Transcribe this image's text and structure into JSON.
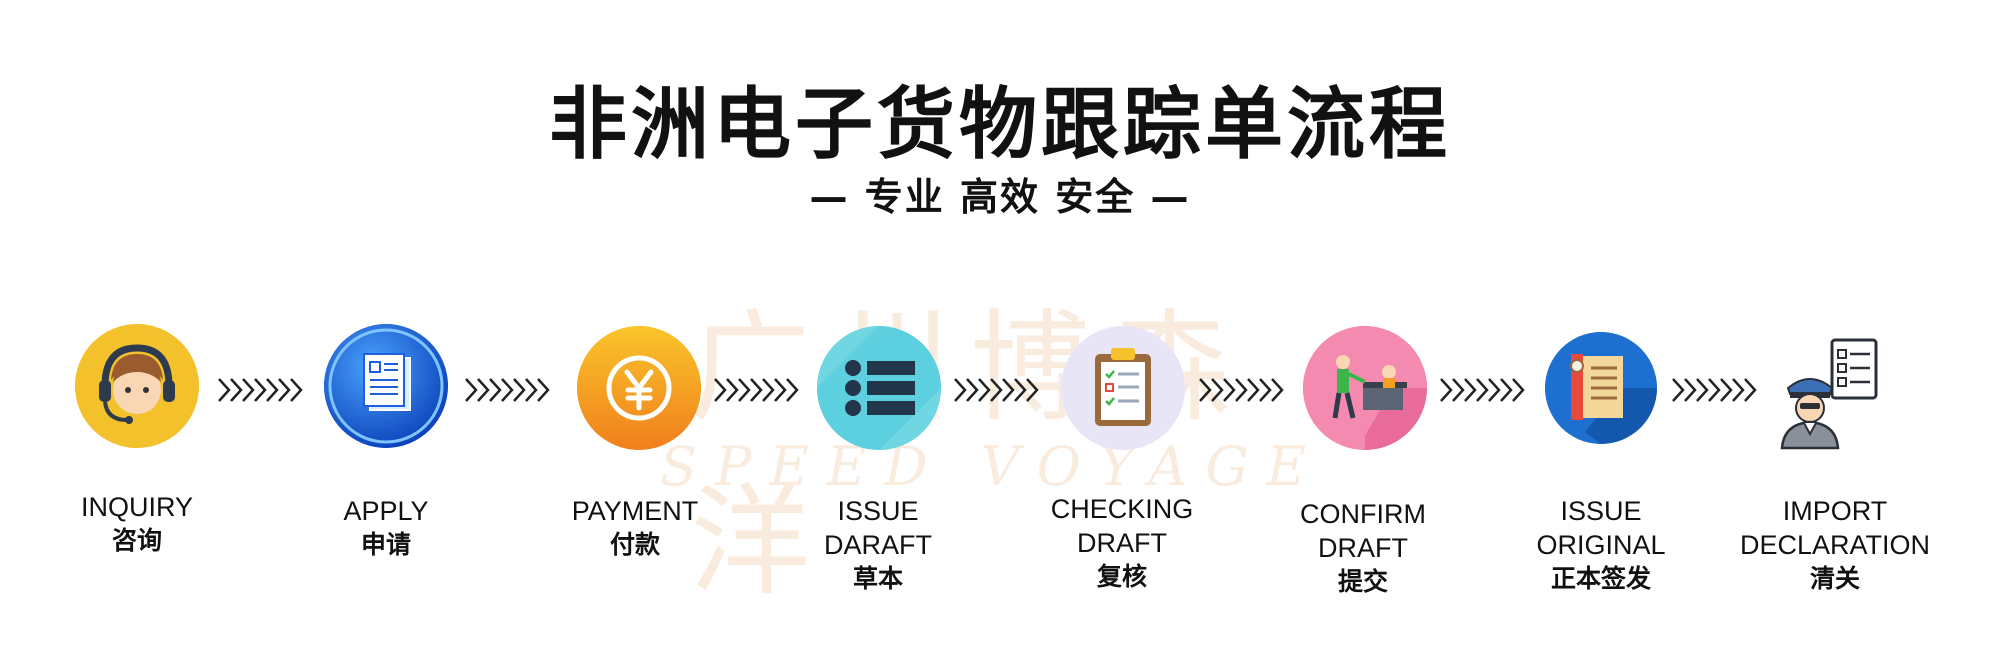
{
  "title": "非洲电子货物跟踪单流程",
  "subtitle": "— 专业 高效 安全 —",
  "watermark": {
    "cn": "广州博森洋",
    "en": "SPEED VOYAGE"
  },
  "steps": [
    {
      "en": "INQUIRY",
      "cn": "咨询",
      "icon": "customer-service-icon",
      "color": "#f3c12b"
    },
    {
      "en": "APPLY",
      "cn": "申请",
      "icon": "document-icon",
      "color": "#1f5ee0"
    },
    {
      "en": "PAYMENT",
      "cn": "付款",
      "icon": "yen-coin-icon",
      "color": "#f6a21e"
    },
    {
      "en": "ISSUE\nDARAFT",
      "cn": "草本",
      "icon": "list-icon",
      "color": "#38c6d6"
    },
    {
      "en": "CHECKING\nDRAFT",
      "cn": "复核",
      "icon": "clipboard-icon",
      "color": "#e2e0f5"
    },
    {
      "en": "CONFIRM\nDRAFT",
      "cn": "提交",
      "icon": "office-desk-icon",
      "color": "#f06d9c"
    },
    {
      "en": "ISSUE\nORIGINAL",
      "cn": "正本签发",
      "icon": "book-icon",
      "color": "#1d6fd0"
    },
    {
      "en": "IMPORT\nDECLARATION",
      "cn": "清关",
      "icon": "customs-officer-icon",
      "color": "#ffffff"
    }
  ]
}
